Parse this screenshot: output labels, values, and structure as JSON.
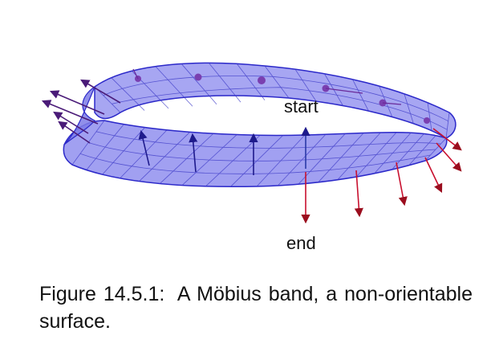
{
  "figure": {
    "start_label": "start",
    "end_label": "end",
    "colors": {
      "band_fill": "#8a88ee",
      "band_edge": "#2b28c9",
      "grid": "#3c39c7",
      "arrow_up": "#1e1a8c",
      "arrow_purple": "#4a1b78",
      "arrow_down": "#c8102e",
      "dot": "#7a3fb0"
    }
  },
  "caption": {
    "number": "Figure 14.5.1:",
    "text": "A Möbius band, a non-orientable surface."
  }
}
